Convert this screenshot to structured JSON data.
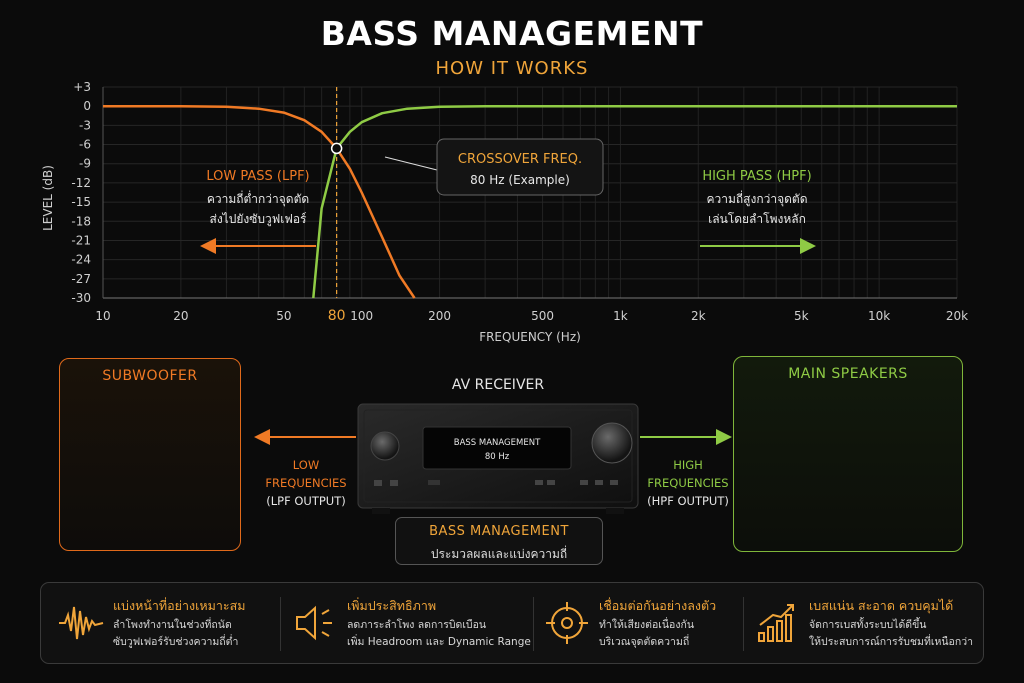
{
  "title": "BASS MANAGEMENT",
  "subtitle": "HOW IT WORKS",
  "chart_data": {
    "type": "line",
    "xlabel": "FREQUENCY (Hz)",
    "ylabel": "LEVEL (dB)",
    "x_scale": "log",
    "xlim": [
      10,
      20000
    ],
    "ylim": [
      -30,
      3
    ],
    "x_ticks": [
      "10",
      "20",
      "50",
      "80",
      "100",
      "200",
      "500",
      "1k",
      "2k",
      "5k",
      "10k",
      "20k"
    ],
    "x_tick_values": [
      10,
      20,
      50,
      80,
      100,
      200,
      500,
      1000,
      2000,
      5000,
      10000,
      20000
    ],
    "y_ticks": [
      "+3",
      "0",
      "-3",
      "-6",
      "-9",
      "-12",
      "-15",
      "-18",
      "-21",
      "-24",
      "-27",
      "-30"
    ],
    "y_tick_values": [
      3,
      0,
      -3,
      -6,
      -9,
      -12,
      -15,
      -18,
      -21,
      -24,
      -27,
      -30
    ],
    "grid": true,
    "series": [
      {
        "name": "LOW PASS (LPF)",
        "color": "#f07a25",
        "x": [
          10,
          20,
          30,
          40,
          50,
          60,
          70,
          80,
          90,
          100,
          120,
          140,
          160
        ],
        "y": [
          0,
          0,
          -0.1,
          -0.4,
          -1,
          -2.2,
          -4,
          -6.6,
          -9.8,
          -13.5,
          -20.5,
          -26.5,
          -30
        ]
      },
      {
        "name": "HIGH PASS (HPF)",
        "color": "#8fcb45",
        "x": [
          65,
          70,
          80,
          90,
          100,
          120,
          150,
          200,
          300,
          500,
          1000,
          20000
        ],
        "y": [
          -30,
          -16,
          -6.6,
          -4,
          -2.5,
          -1.1,
          -0.4,
          -0.1,
          0,
          0,
          0,
          0
        ]
      }
    ],
    "crossover": {
      "x": 80,
      "y": -6.6,
      "label": "80"
    },
    "annotations": {
      "crossover_title": "CROSSOVER FREQ.",
      "crossover_value": "80 Hz (Example)",
      "lpf_title": "LOW PASS (LPF)",
      "lpf_line1": "ความถี่ต่ำกว่าจุดตัด",
      "lpf_line2": "ส่งไปยังซับวูฟเฟอร์",
      "hpf_title": "HIGH PASS (HPF)",
      "hpf_line1": "ความถี่สูงกว่าจุดตัด",
      "hpf_line2": "เล่นโดยลำโพงหลัก"
    }
  },
  "diagram": {
    "subwoofer_title": "SUBWOOFER",
    "receiver_title": "AV RECEIVER",
    "receiver_display_line1": "BASS MANAGEMENT",
    "receiver_display_line2": "80 Hz",
    "main_speakers_title": "MAIN SPEAKERS",
    "low_label_1": "LOW",
    "low_label_2": "FREQUENCIES",
    "low_label_3": "(LPF OUTPUT)",
    "high_label_1": "HIGH",
    "high_label_2": "FREQUENCIES",
    "high_label_3": "(HPF OUTPUT)",
    "bm_box_title": "BASS MANAGEMENT",
    "bm_box_text": "ประมวลผลและแบ่งความถี่"
  },
  "features": [
    {
      "icon": "waveform-icon",
      "title": "แบ่งหน้าที่อย่างเหมาะสม",
      "line1": "ลำโพงทำงานในช่วงที่ถนัด",
      "line2": "ซับวูฟเฟอร์รับช่วงความถี่ต่ำ"
    },
    {
      "icon": "speaker-icon",
      "title": "เพิ่มประสิทธิภาพ",
      "line1": "ลดภาระลำโพง ลดการบิดเบือน",
      "line2": "เพิ่ม Headroom และ Dynamic Range"
    },
    {
      "icon": "target-icon",
      "title": "เชื่อมต่อกันอย่างลงตัว",
      "line1": "ทำให้เสียงต่อเนื่องกัน",
      "line2": "บริเวณจุดตัดความถี่"
    },
    {
      "icon": "growth-chart-icon",
      "title": "เบสแน่น สะอาด ควบคุมได้",
      "line1": "จัดการเบสทั้งระบบได้ดีขึ้น",
      "line2": "ให้ประสบการณ์การรับชมที่เหนือกว่า"
    }
  ]
}
